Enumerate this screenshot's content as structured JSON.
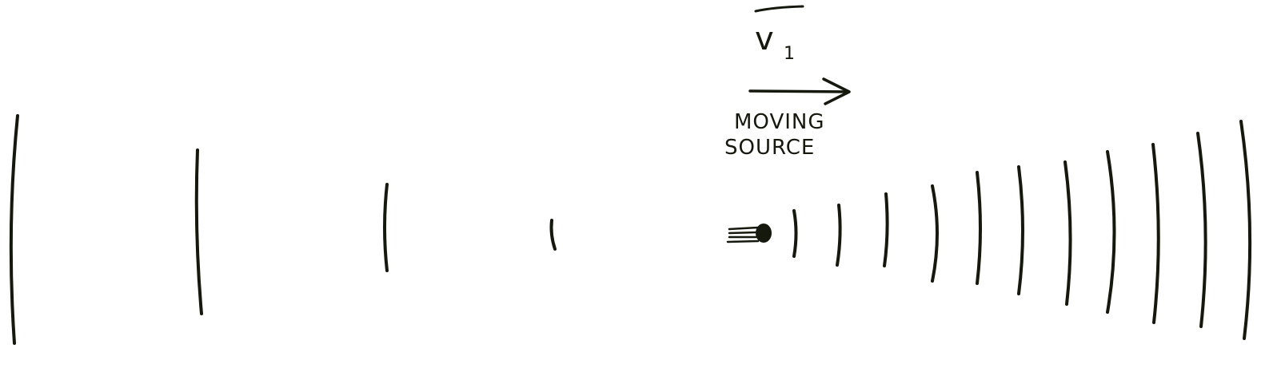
{
  "diagram": {
    "velocity_symbol": "v",
    "velocity_subscript": "1",
    "label_line1": "MOVING",
    "label_line2": "SOURCE",
    "colors": {
      "ink": "#15180c",
      "background": "#ffffff"
    },
    "icons": {
      "source": "filled-dot-icon",
      "motion": "speed-lines-icon",
      "direction": "arrow-right-icon"
    }
  }
}
